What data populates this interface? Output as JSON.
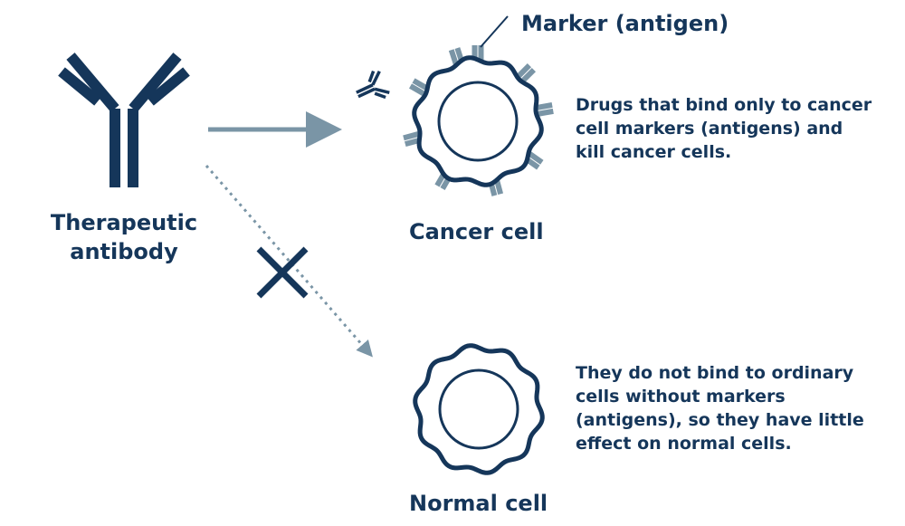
{
  "antibody": {
    "label_line1": "Therapeutic",
    "label_line2": "antibody"
  },
  "cancer_cell": {
    "label": "Cancer cell",
    "marker_label": "Marker (antigen)",
    "description": [
      "Drugs that bind only to cancer",
      "cell markers (antigens) and",
      "kill cancer cells."
    ]
  },
  "normal_cell": {
    "label": "Normal cell",
    "description": [
      "They do not bind to ordinary",
      "cells without markers",
      "(antigens), so they have little",
      "effect on normal cells."
    ]
  },
  "colors": {
    "dark_navy": "#15365a",
    "slate_gray": "#7a95a6",
    "background": "#ffffff"
  },
  "icons": {
    "antibody": "y-shaped-antibody-icon",
    "marker": "antigen-stub-icon",
    "blocked": "x-mark-icon"
  }
}
